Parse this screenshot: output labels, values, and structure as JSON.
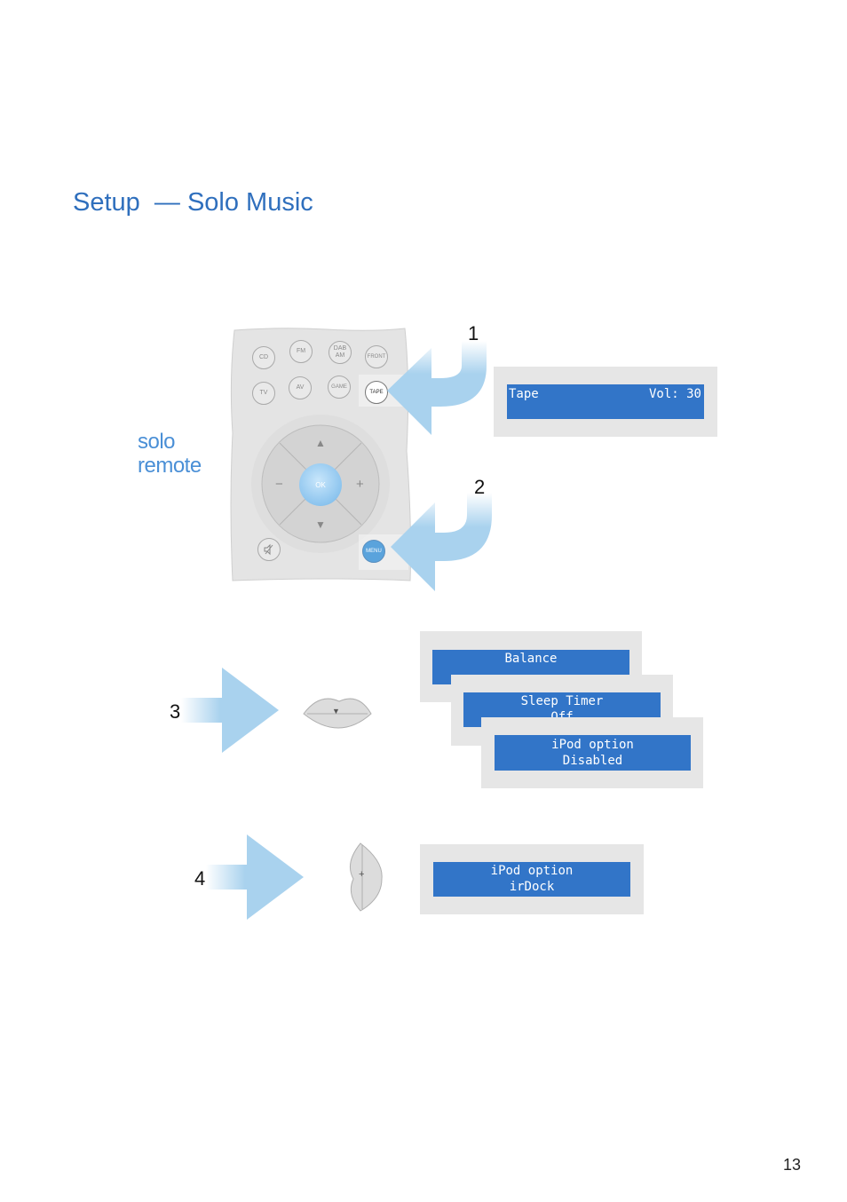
{
  "page": {
    "title": "Setup  — Solo Music",
    "page_number": "13"
  },
  "brand": {
    "line1": "solo",
    "line2": "remote"
  },
  "remote": {
    "buttons": {
      "cd": "CD",
      "fm": "FM",
      "dab_am_1": "DAB",
      "dab_am_2": "AM",
      "front": "FRONT",
      "tv": "TV",
      "av": "AV",
      "game": "GAME",
      "tape": "TAPE",
      "ok": "OK",
      "menu": "MENU",
      "plus": "+",
      "minus": "−"
    }
  },
  "steps": {
    "s1": "1",
    "s2": "2",
    "s3": "3",
    "s4": "4"
  },
  "displays": {
    "tape": {
      "left": "Tape",
      "right": "Vol: 30"
    },
    "balance": {
      "line1": "Balance",
      "line2": ""
    },
    "sleep": {
      "line1": "Sleep Timer",
      "line2": "Off"
    },
    "ipod_disabled": {
      "line1": "iPod option",
      "line2": "Disabled"
    },
    "ipod_irdock": {
      "line1": "iPod option",
      "line2": "irDock"
    }
  },
  "small_keys": {
    "down": "▼",
    "plus": "+"
  },
  "colors": {
    "accent": "#2f6fbd",
    "lcd": "#3275c8",
    "arrow": "#a9d2ee",
    "frame": "#e6e6e6"
  }
}
